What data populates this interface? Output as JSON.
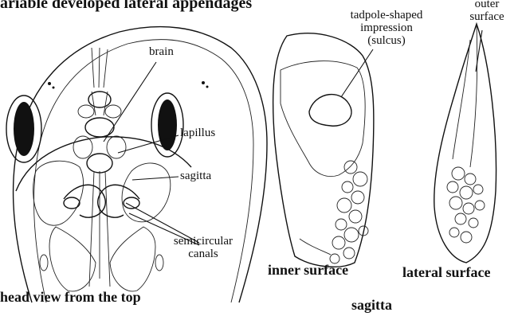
{
  "header": {
    "title_fragment": "ariable developed lateral appendages"
  },
  "head_view": {
    "caption": "head view from the top",
    "labels": {
      "brain": "brain",
      "lapillus": "lapillus",
      "sagitta": "sagitta",
      "semicircular": "semicircular",
      "canals": "canals"
    }
  },
  "otolith": {
    "inner_caption": "inner surface",
    "lateral_caption": "lateral surface",
    "group_caption": "sagitta",
    "sulcus_line1": "tadpole-shaped",
    "sulcus_line2": "impression",
    "sulcus_line3": "(sulcus)",
    "outer_line1": "outer",
    "outer_line2": "surface"
  }
}
